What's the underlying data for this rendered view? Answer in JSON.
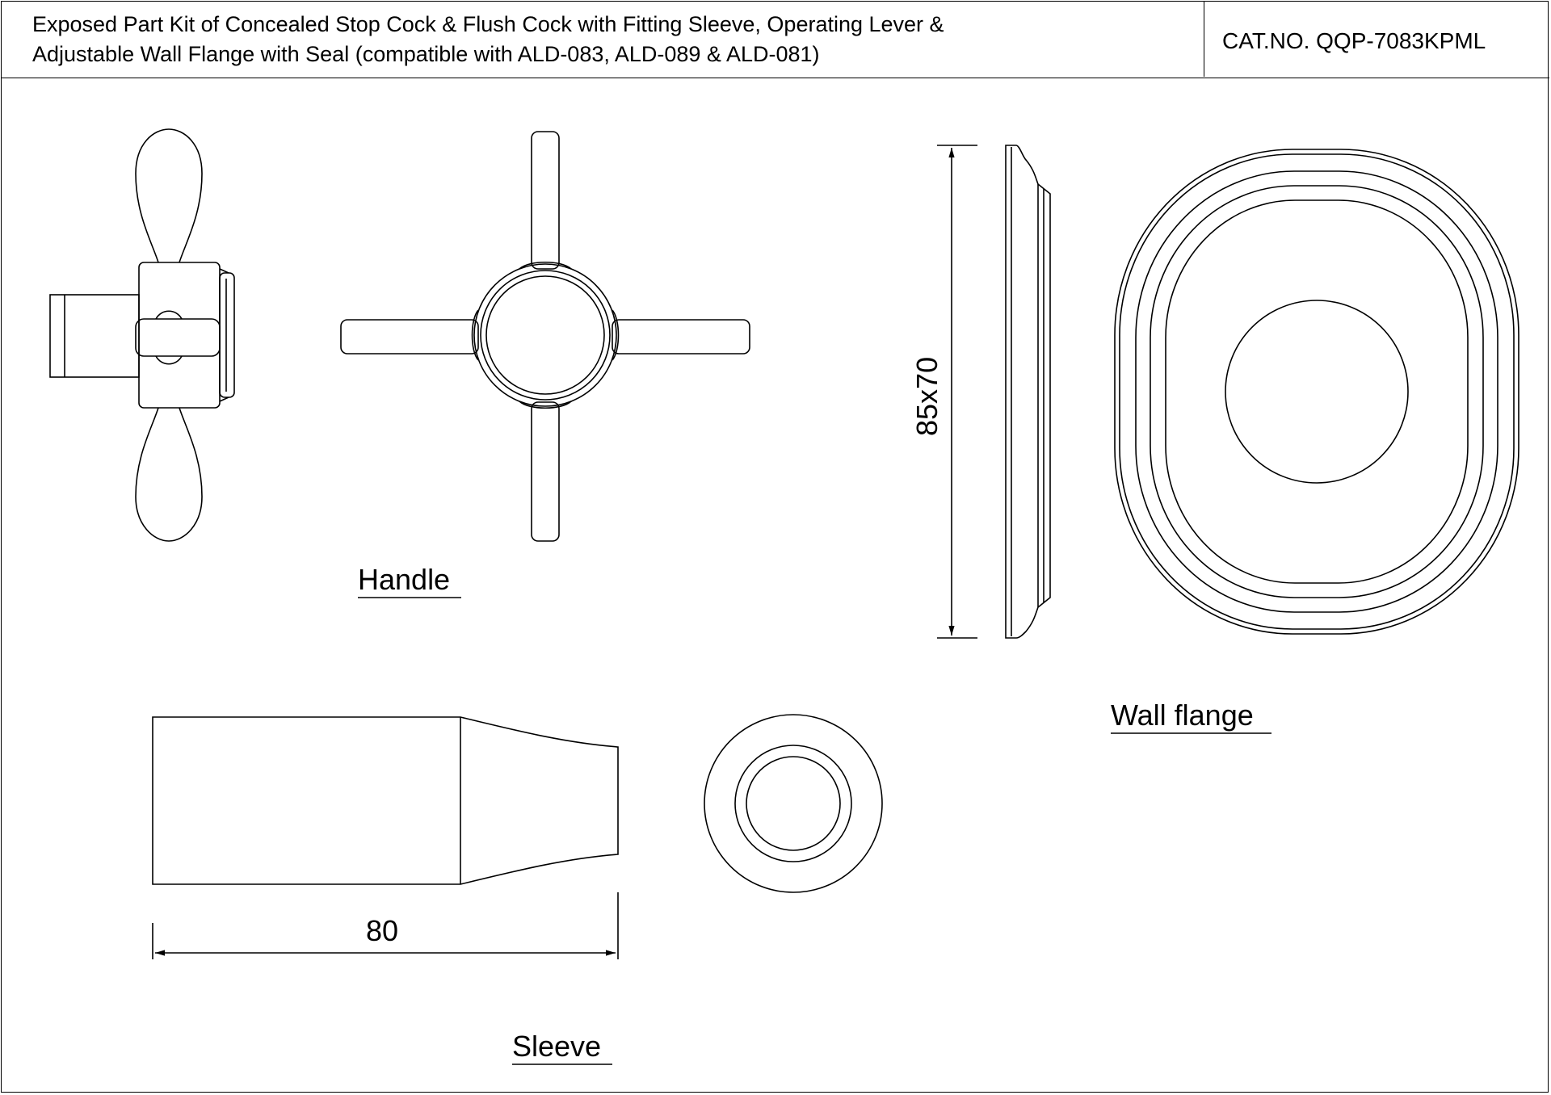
{
  "title": {
    "description": "Exposed Part Kit of Concealed Stop Cock & Flush Cock with Fitting Sleeve, Operating Lever &\n Adjustable Wall Flange with Seal (compatible with ALD-083, ALD-089 & ALD-081)",
    "catalog_number": "CAT.NO. QQP-7083KPML"
  },
  "views": {
    "handle_label": "Handle",
    "wall_flange_label": "Wall flange",
    "sleeve_label": "Sleeve"
  },
  "dimensions": {
    "flange_size": "85x70",
    "sleeve_length": "80"
  },
  "colors": {
    "line": "#000000",
    "background": "#ffffff"
  }
}
